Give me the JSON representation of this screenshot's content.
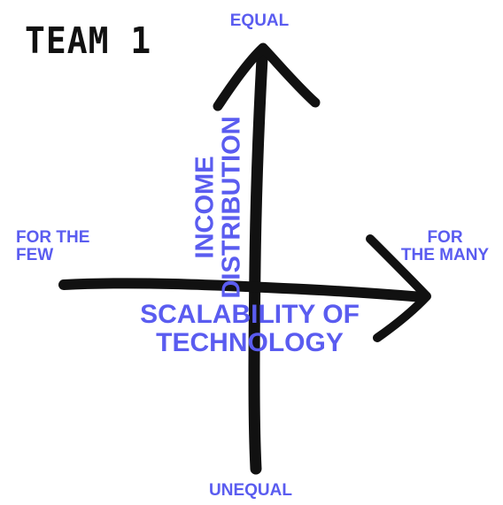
{
  "title": "TEAM 1",
  "labels": {
    "equal": "EQUAL",
    "unequal": "UNEQUAL",
    "for_the_few_line1": "FOR THE",
    "for_the_few_line2": "FEW",
    "for_the_many_line1": "FOR",
    "for_the_many_line2": "THE MANY",
    "x_axis_line1": "SCALABILITY OF",
    "x_axis_line2": "TECHNOLOGY",
    "y_axis_line1": "INCOME",
    "y_axis_line2": "DISTRIBUTION"
  },
  "colors": {
    "label": "#5a5cf0",
    "axis": "#111111",
    "title": "#111111"
  }
}
